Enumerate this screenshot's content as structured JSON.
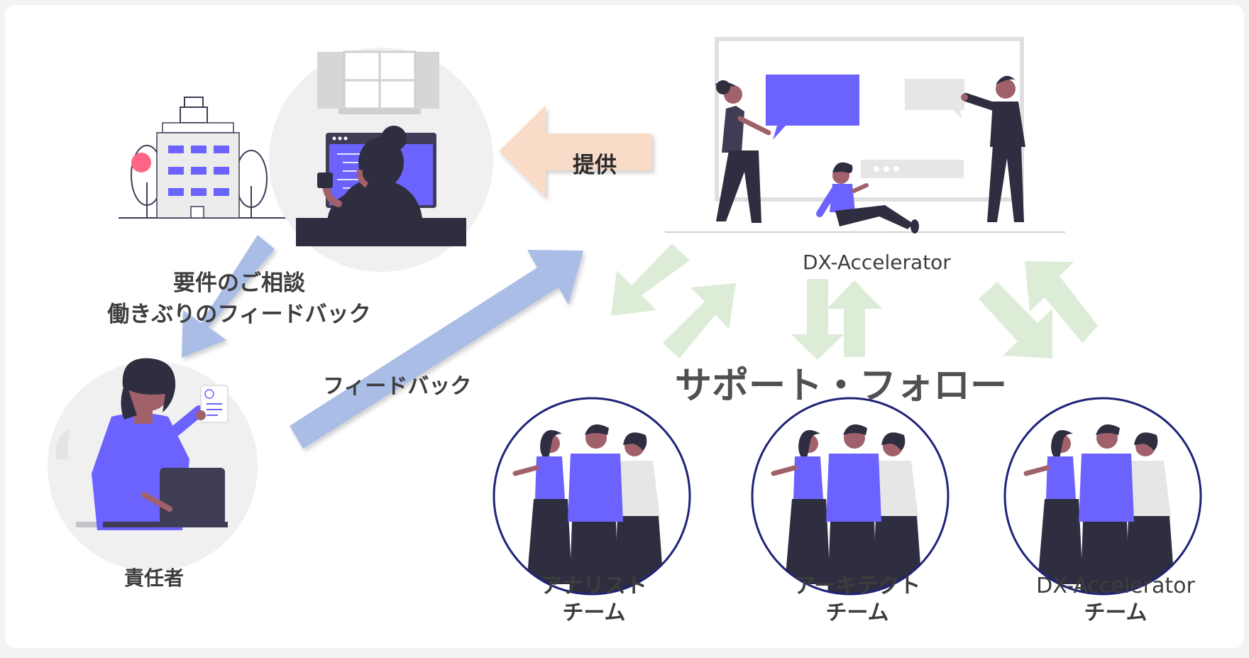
{
  "diagram": {
    "provide_label": "提供",
    "consult_line1": "要件のご相談",
    "consult_line2": "働きぶりのフィードバック",
    "feedback_label": "フィードバック",
    "dx_label": "DX-Accelerator",
    "support_label": "サポート・フォロー",
    "manager_label": "責任者",
    "teams": [
      {
        "line1": "アナリスト",
        "line2": "チーム"
      },
      {
        "line1": "アーキテクト",
        "line2": "チーム"
      },
      {
        "line1": "DX-Accelerator",
        "line2": "チーム"
      }
    ]
  },
  "colors": {
    "accent": "#6c63ff",
    "dark": "#2f2e41",
    "skin": "#a0616a",
    "circle_bg": "#f0f0f0",
    "arrow_provide": "#f8dcc8",
    "arrow_blue": "#a9bde6",
    "arrow_green": "#dcecd6",
    "team_ring": "#1f2377",
    "alert_dot": "#ff6584"
  }
}
